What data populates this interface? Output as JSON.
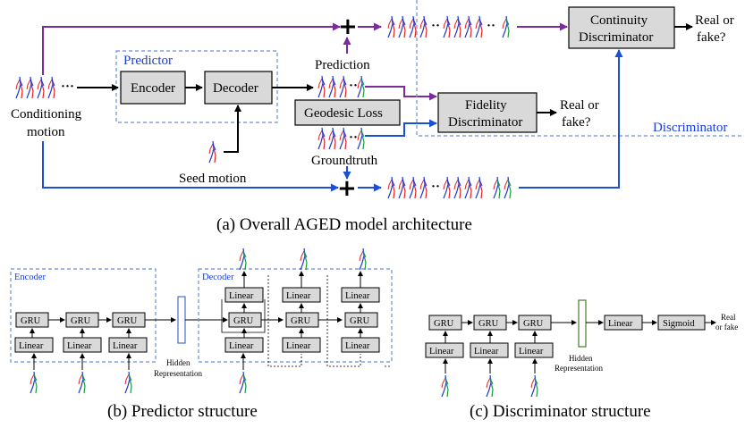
{
  "colors": {
    "purple": "#7b2c9a",
    "blue": "#1a4fd6",
    "dash_blue": "#6a8fd8",
    "box_gray": "#d9d9d9",
    "pose_red": "#d22",
    "pose_blue": "#2236c8"
  },
  "top": {
    "predictor_title": "Predictor",
    "encoder": "Encoder",
    "decoder": "Decoder",
    "prediction": "Prediction",
    "geodesic_loss": "Geodesic Loss",
    "groundtruth": "Groundtruth",
    "conditioning_line1": "Conditioning",
    "conditioning_line2": "motion",
    "seed_motion": "Seed motion",
    "fidelity_line1": "Fidelity",
    "fidelity_line2": "Discriminator",
    "continuity_line1": "Continuity",
    "continuity_line2": "Discriminator",
    "real_fake_1_line1": "Real or",
    "real_fake_1_line2": "fake?",
    "real_fake_2_line1": "Real or",
    "real_fake_2_line2": "fake?",
    "discriminator_title": "Discriminator",
    "caption": "(a) Overall AGED model architecture"
  },
  "predictor_struct": {
    "encoder_title": "Encoder",
    "decoder_title": "Decoder",
    "gru": "GRU",
    "linear": "Linear",
    "hidden_line1": "Hidden",
    "hidden_line2": "Representation",
    "caption": "(b) Predictor structure"
  },
  "discriminator_struct": {
    "gru": "GRU",
    "linear": "Linear",
    "sigmoid": "Sigmoid",
    "hidden_line1": "Hidden",
    "hidden_line2": "Representation",
    "real_line1": "Real",
    "real_line2": "or fake",
    "caption": "(c) Discriminator structure"
  }
}
